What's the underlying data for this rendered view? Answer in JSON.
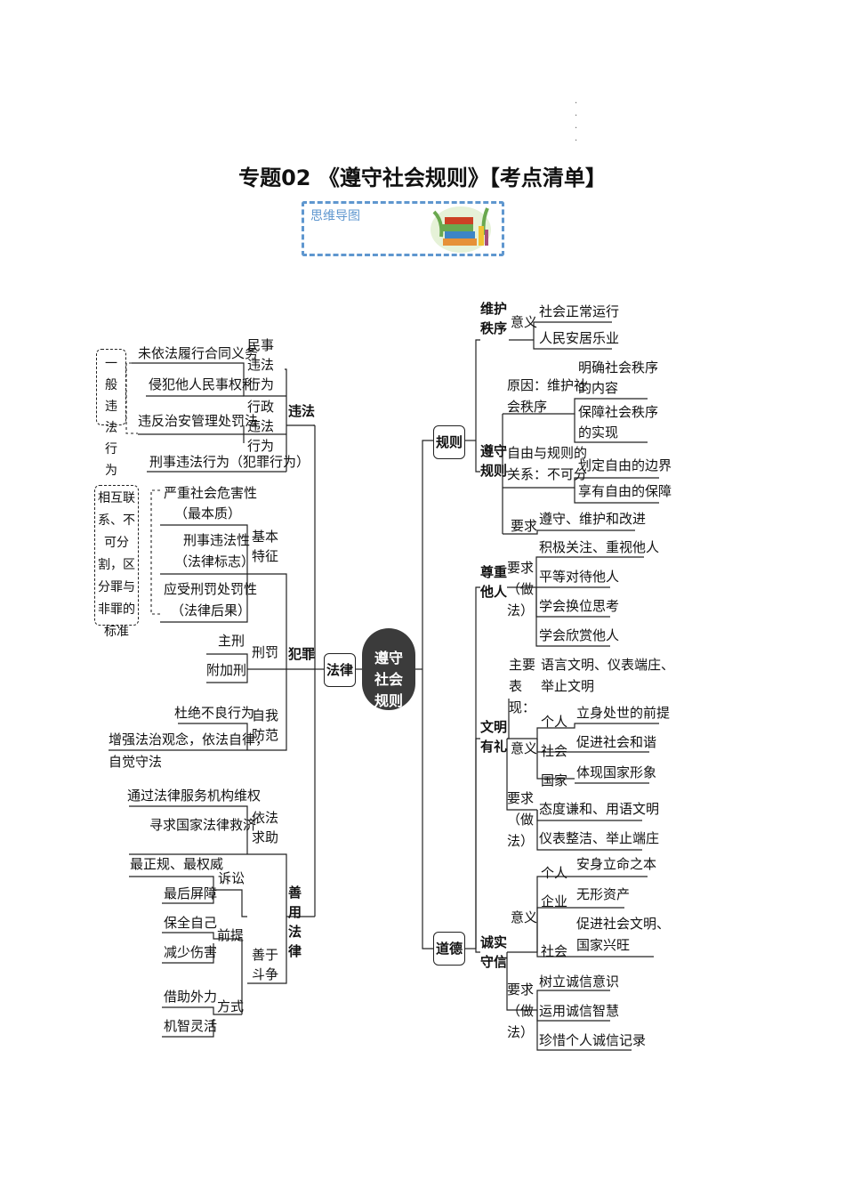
{
  "title": "专题02 《遵守社会规则》【考点清单】",
  "mindmap_label": "思维导图",
  "center": "遵守社会规则",
  "law": {
    "root": "法律",
    "weifa": "违法",
    "minshi": "民事违法行为",
    "xingzheng": "行政违法行为",
    "m1": "未依法履行合同义务",
    "m2": "侵犯他人民事权利",
    "x1": "违反治安管理处罚法",
    "yiban": "一般违法行为",
    "xingshi": "刑事违法行为（犯罪行为）",
    "fanzui": "犯罪",
    "jiben": "基本特征",
    "f1a": "严重社会危害性",
    "f1b": "（最本质）",
    "f2a": "刑事违法性",
    "f2b": "（法律标志）",
    "f3a": "应受刑罚处罚性",
    "f3b": "（法律后果）",
    "xianghu": "相互联系、不可分割，区分罪与非罪的标准",
    "xingfa": "刑罚",
    "zhuxing": "主刑",
    "fujia": "附加刑",
    "ziwo": "自我防范",
    "z1": "杜绝不良行为",
    "z2a": "增强法治观念，依法自律，",
    "z2b": "自觉守法",
    "shanyong": "善用法律",
    "yifa": "依法求助",
    "y1": "通过法律服务机构维权",
    "y2": "寻求国家法律救济",
    "susong": "诉讼",
    "s1": "最正规、最权威",
    "s2": "最后屏障",
    "shanyu": "善于斗争",
    "qianti": "前提",
    "q1": "保全自己",
    "q2": "减少伤害",
    "fangshi": "方式",
    "fs1": "借助外力",
    "fs2": "机智灵活"
  },
  "rules": {
    "root": "规则",
    "weihu": "维护秩序",
    "yiyi": "意义",
    "w1": "社会正常运行",
    "w2": "人民安居乐业",
    "zunshou": "遵守规则",
    "yuanyin_a": "原因：维护社",
    "yuanyin_b": "会秩序",
    "r1a": "明确社会秩序",
    "r1b": "的内容",
    "r2a": "保障社会秩序",
    "r2b": "的实现",
    "ziyou_a": "自由与规则的",
    "ziyou_b": "关系：不可分",
    "z1": "划定自由的边界",
    "z2": "享有自由的保障",
    "yaoqiu": "要求",
    "yq1": "遵守、维护和改进"
  },
  "morality": {
    "root": "道德",
    "zunzhong": "尊重他人",
    "yaoqiu_zuofa": "要求（做法）",
    "zz1": "积极关注、重视他人",
    "zz2": "平等对待他人",
    "zz3": "学会换位思考",
    "zz4": "学会欣赏他人",
    "wenming": "文明有礼",
    "zhuyao": "主要表现：",
    "zy_a": "语言文明、仪表端庄、",
    "zy_b": "举止文明",
    "yiyi": "意义",
    "geren": "个人",
    "shehui": "社会",
    "guojia": "国家",
    "wm1": "立身处世的前提",
    "wm2": "促进社会和谐",
    "wm3": "体现国家形象",
    "wm4": "态度谦和、用语文明",
    "wm5": "仪表整洁、举止端庄",
    "chengshi": "诚实守信",
    "qiye": "企业",
    "cs1": "安身立命之本",
    "cs2": "无形资产",
    "cs3a": "促进社会文明、",
    "cs3b": "国家兴旺",
    "cs4": "树立诚信意识",
    "cs5": "运用诚信智慧",
    "cs6": "珍惜个人诚信记录"
  }
}
